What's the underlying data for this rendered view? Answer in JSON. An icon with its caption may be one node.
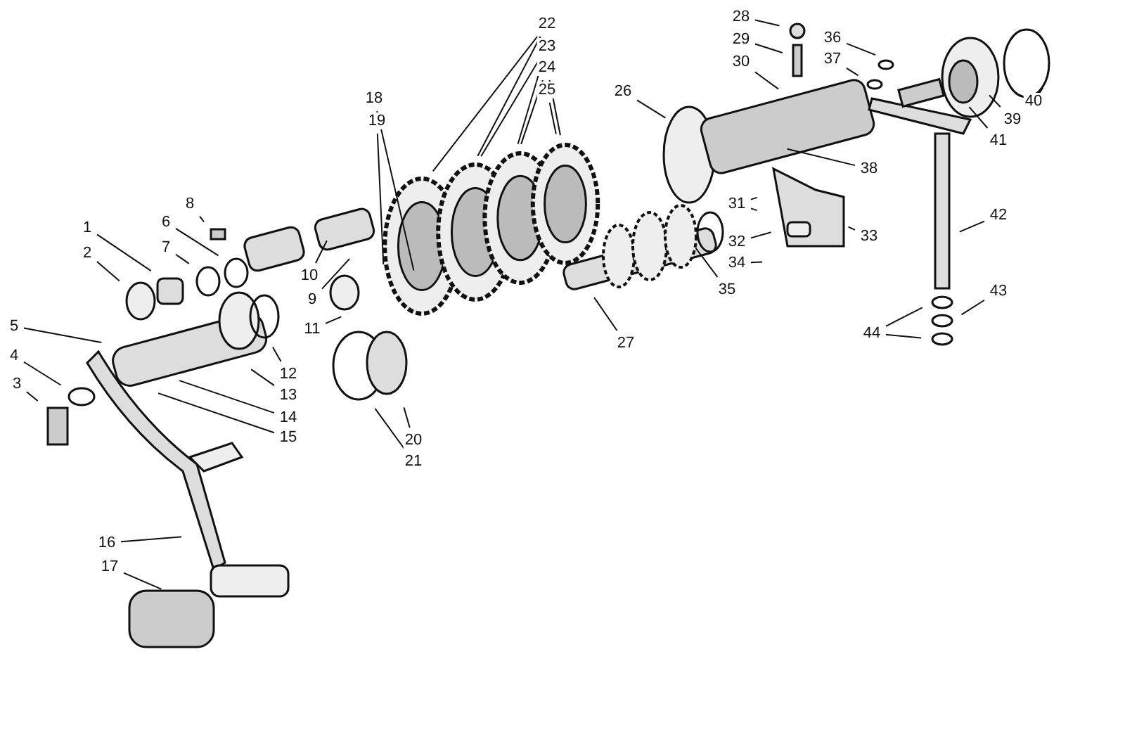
{
  "diagram": {
    "nodes": [
      {
        "text": [
          "1"
        ]
      },
      {
        "text": [
          "2"
        ]
      },
      {
        "text": [
          "3"
        ]
      },
      {
        "text": [
          "4"
        ]
      },
      {
        "text": [
          "5"
        ]
      },
      {
        "text": [
          "6"
        ]
      },
      {
        "text": [
          "7"
        ]
      },
      {
        "text": [
          "8"
        ]
      },
      {
        "text": [
          "9"
        ]
      },
      {
        "text": [
          "10"
        ]
      },
      {
        "text": [
          "11"
        ]
      },
      {
        "text": [
          "12"
        ]
      },
      {
        "text": [
          "13"
        ]
      },
      {
        "text": [
          "14"
        ]
      },
      {
        "text": [
          "15"
        ]
      },
      {
        "text": [
          "16"
        ]
      },
      {
        "text": [
          "17"
        ]
      },
      {
        "text": [
          "18"
        ]
      },
      {
        "text": [
          "19"
        ]
      },
      {
        "text": [
          "20"
        ]
      },
      {
        "text": [
          "21"
        ]
      },
      {
        "text": [
          "22"
        ]
      },
      {
        "text": [
          "23"
        ]
      },
      {
        "text": [
          "24"
        ]
      },
      {
        "text": [
          "25"
        ]
      },
      {
        "text": [
          "26"
        ]
      },
      {
        "text": [
          "27"
        ]
      },
      {
        "text": [
          "28"
        ]
      },
      {
        "text": [
          "29"
        ]
      },
      {
        "text": [
          "30"
        ]
      },
      {
        "text": [
          "31"
        ]
      },
      {
        "text": [
          "32"
        ]
      },
      {
        "text": [
          "33"
        ]
      },
      {
        "text": [
          "34"
        ]
      },
      {
        "text": [
          "35"
        ]
      },
      {
        "text": [
          "36"
        ]
      },
      {
        "text": [
          "37"
        ]
      },
      {
        "text": [
          "38"
        ]
      },
      {
        "text": [
          "39"
        ]
      },
      {
        "text": [
          "40"
        ]
      },
      {
        "text": [
          "41"
        ]
      },
      {
        "text": [
          "42"
        ]
      },
      {
        "text": [
          "43"
        ]
      },
      {
        "text": [
          "44"
        ]
      }
    ],
    "edges": [
      {
        "from": 0,
        "to": null,
        "arrow": "none"
      },
      {
        "from": 1,
        "to": null,
        "arrow": "none"
      },
      {
        "from": 2,
        "to": null,
        "arrow": "none"
      },
      {
        "from": 3,
        "to": null,
        "arrow": "none"
      },
      {
        "from": 4,
        "to": null,
        "arrow": "none"
      },
      {
        "from": 5,
        "to": null,
        "arrow": "none"
      },
      {
        "from": 6,
        "to": null,
        "arrow": "none"
      },
      {
        "from": 7,
        "to": null,
        "arrow": "none"
      },
      {
        "from": 8,
        "to": null,
        "arrow": "none"
      },
      {
        "from": 9,
        "to": null,
        "arrow": "none"
      },
      {
        "from": 10,
        "to": null,
        "arrow": "none"
      },
      {
        "from": 11,
        "to": null,
        "arrow": "none"
      },
      {
        "from": 12,
        "to": null,
        "arrow": "none"
      },
      {
        "from": 13,
        "to": null,
        "arrow": "none"
      },
      {
        "from": 14,
        "to": null,
        "arrow": "none"
      },
      {
        "from": 15,
        "to": null,
        "arrow": "none"
      },
      {
        "from": 16,
        "to": null,
        "arrow": "none"
      },
      {
        "from": 17,
        "to": null,
        "arrow": "none"
      },
      {
        "from": 18,
        "to": null,
        "arrow": "none"
      },
      {
        "from": 19,
        "to": null,
        "arrow": "none"
      },
      {
        "from": 20,
        "to": null,
        "arrow": "none"
      },
      {
        "from": 21,
        "to": null,
        "arrow": "none"
      },
      {
        "from": 21,
        "to": null,
        "arrow": "none"
      },
      {
        "from": 22,
        "to": null,
        "arrow": "none"
      },
      {
        "from": 22,
        "to": null,
        "arrow": "none"
      },
      {
        "from": 23,
        "to": null,
        "arrow": "none"
      },
      {
        "from": 23,
        "to": null,
        "arrow": "none"
      },
      {
        "from": 24,
        "to": null,
        "arrow": "none"
      },
      {
        "from": 25,
        "to": null,
        "arrow": "none"
      },
      {
        "from": 26,
        "to": null,
        "arrow": "none"
      },
      {
        "from": 27,
        "to": null,
        "arrow": "none"
      },
      {
        "from": 28,
        "to": null,
        "arrow": "none"
      },
      {
        "from": 29,
        "to": null,
        "arrow": "none"
      },
      {
        "from": 30,
        "to": null,
        "arrow": "none"
      },
      {
        "from": 30,
        "to": null,
        "arrow": "none"
      },
      {
        "from": 31,
        "to": null,
        "arrow": "none"
      },
      {
        "from": 32,
        "to": null,
        "arrow": "none"
      },
      {
        "from": 33,
        "to": null,
        "arrow": "none"
      },
      {
        "from": 34,
        "to": null,
        "arrow": "none"
      },
      {
        "from": 35,
        "to": null,
        "arrow": "none"
      },
      {
        "from": 36,
        "to": null,
        "arrow": "none"
      },
      {
        "from": 37,
        "to": null,
        "arrow": "none"
      },
      {
        "from": 38,
        "to": null,
        "arrow": "none"
      },
      {
        "from": 39,
        "to": null,
        "arrow": "none"
      },
      {
        "from": 40,
        "to": null,
        "arrow": "none"
      },
      {
        "from": 41,
        "to": null,
        "arrow": "none"
      },
      {
        "from": 42,
        "to": null,
        "arrow": "none"
      },
      {
        "from": 43,
        "to": null,
        "arrow": "none"
      },
      {
        "from": 43,
        "to": null,
        "arrow": "none"
      }
    ]
  }
}
